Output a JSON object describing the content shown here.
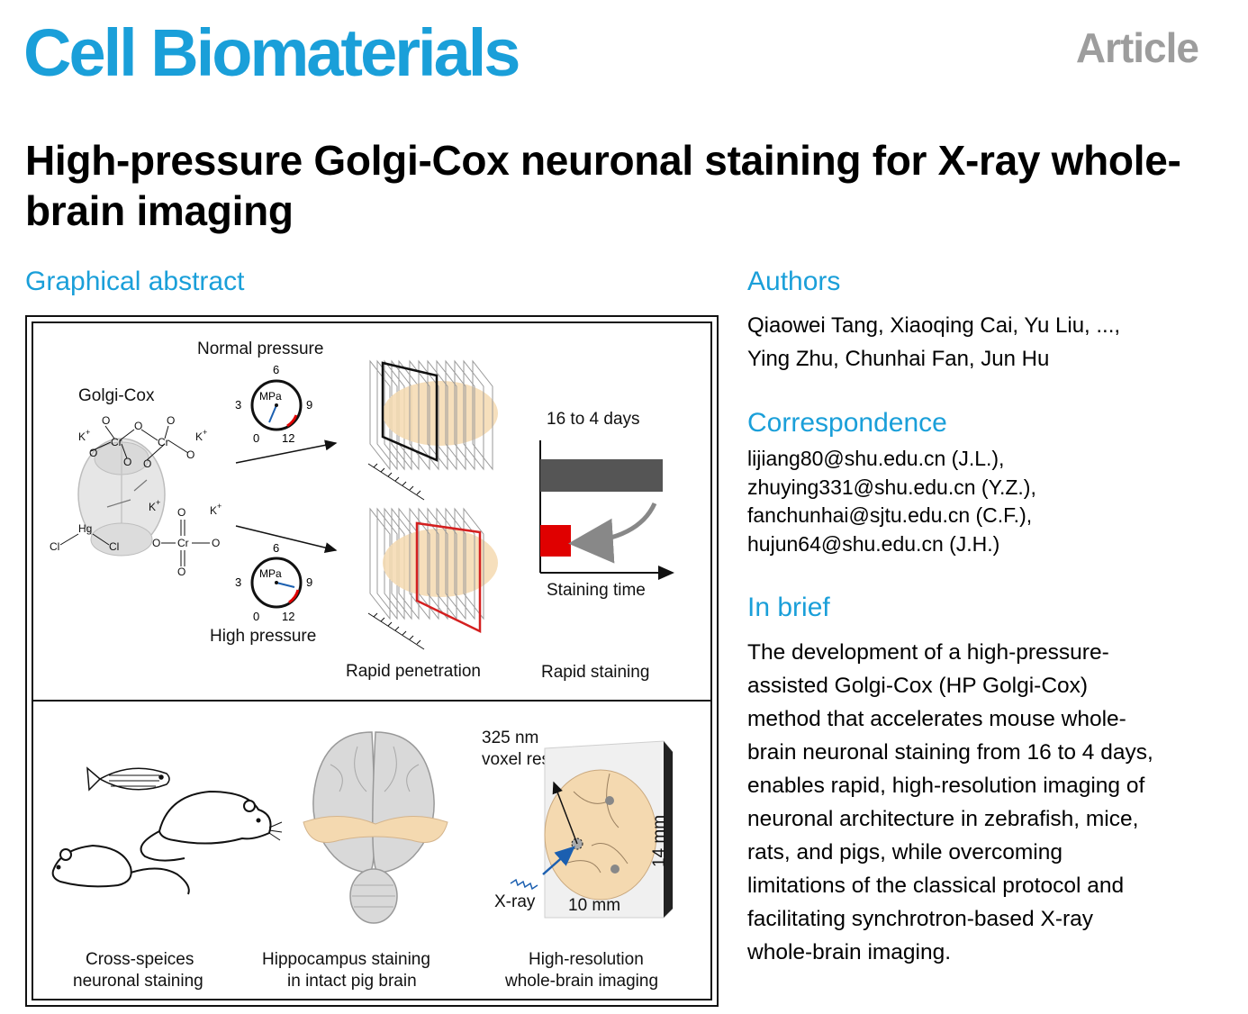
{
  "header": {
    "journal": "Cell Biomaterials",
    "article_type": "Article"
  },
  "title": "High-pressure Golgi-Cox neuronal staining for X-ray whole-brain imaging",
  "graphical_abstract": {
    "heading": "Graphical abstract",
    "top": {
      "normal_pressure": "Normal pressure",
      "high_pressure": "High pressure",
      "golgi_cox": "Golgi-Cox",
      "gauge_unit": "MPa",
      "gauge_ticks": [
        "6",
        "3",
        "9",
        "0",
        "12"
      ],
      "days": "16 to 4 days",
      "staining_time": "Staining time",
      "rapid_penetration": "Rapid penetration",
      "rapid_staining": "Rapid staining",
      "chem": {
        "k1": "K",
        "k2": "K",
        "k3": "K",
        "k4": "K",
        "plus": "+",
        "cr": "Cr",
        "o": "O",
        "hg": "Hg",
        "cl": "Cl"
      }
    },
    "bottom": {
      "voxel1": "325 nm",
      "voxel2": "voxel resolution",
      "dim_h": "14 mm",
      "dim_w": "10 mm",
      "xray": "X-ray",
      "cap1_l1": "Cross-speices",
      "cap1_l2": "neuronal staining",
      "cap2_l1": "Hippocampus staining",
      "cap2_l2": "in intact pig brain",
      "cap3_l1": "High-resolution",
      "cap3_l2": "whole-brain imaging"
    }
  },
  "authors": {
    "heading": "Authors",
    "line1": "Qiaowei Tang, Xiaoqing Cai, Yu Liu, ...,",
    "line2": "Ying Zhu, Chunhai Fan, Jun Hu"
  },
  "correspondence": {
    "heading": "Correspondence",
    "emails": [
      "lijiang80@shu.edu.cn (J.L.),",
      "zhuying331@shu.edu.cn (Y.Z.),",
      "fanchunhai@sjtu.edu.cn (C.F.),",
      "hujun64@shu.edu.cn (J.H.)"
    ]
  },
  "in_brief": {
    "heading": "In brief",
    "lines": [
      "The development of a high-pressure-",
      "assisted Golgi-Cox (HP Golgi-Cox)",
      "method that accelerates mouse whole-",
      "brain neuronal staining from 16 to 4 days,",
      "enables rapid, high-resolution imaging of",
      "neuronal architecture in zebrafish, mice,",
      "rats, and pigs, while overcoming",
      "limitations of the classical protocol and",
      "facilitating synchrotron-based X-ray",
      "whole-brain imaging."
    ]
  },
  "colors": {
    "brand_blue": "#1a9fd9",
    "article_gray": "#9d9d9d",
    "bar_dark": "#555555",
    "bar_red": "#e00000",
    "tissue": "#f4d9b0"
  }
}
